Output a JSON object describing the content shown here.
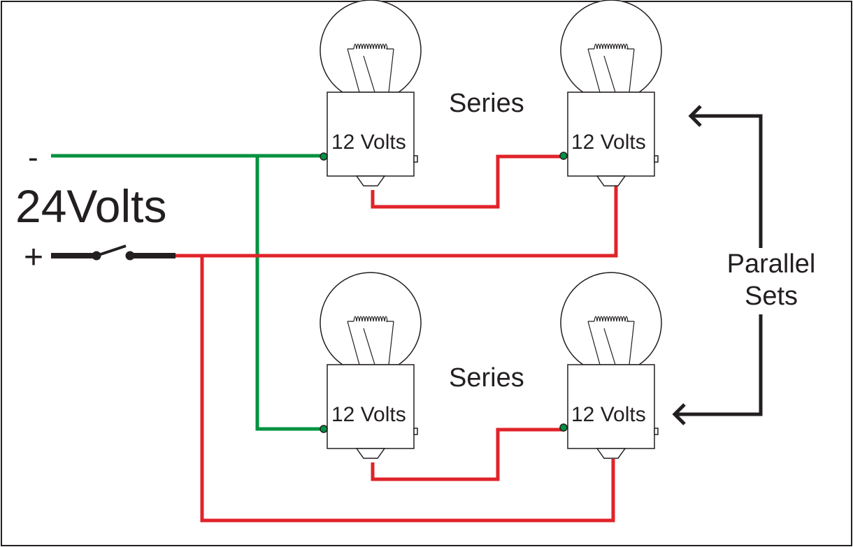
{
  "labels": {
    "minus": "-",
    "voltage": "24Volts",
    "plus": "+",
    "series_top": "Series",
    "series_bottom": "Series",
    "parallel_line1": "Parallel",
    "parallel_line2": "Sets"
  },
  "bulbs": [
    {
      "id": "top-left",
      "label": "12 Volts"
    },
    {
      "id": "top-right",
      "label": "12 Volts"
    },
    {
      "id": "bottom-left",
      "label": "12 Volts"
    },
    {
      "id": "bottom-right",
      "label": "12 Volts"
    }
  ],
  "colors": {
    "negative_wire": "#00923f",
    "positive_wire": "#e0232a",
    "switch": "#231f20",
    "arrow": "#231f20",
    "outline": "#231f20"
  }
}
